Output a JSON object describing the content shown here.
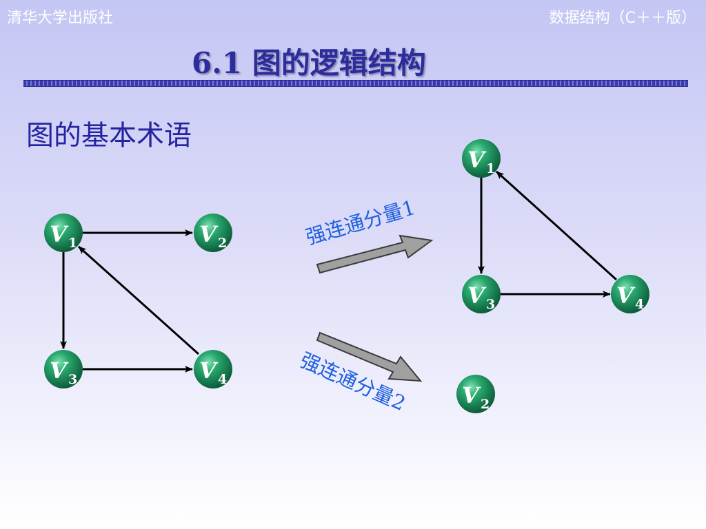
{
  "header": {
    "publisher": "清华大学出版社",
    "book": "数据结构（C＋＋版）"
  },
  "slide": {
    "title": "6.1 图的逻辑结构",
    "subtitle": "图的基本术语"
  },
  "graph": {
    "vertices": [
      {
        "letter": "V",
        "sub": "1"
      },
      {
        "letter": "V",
        "sub": "2"
      },
      {
        "letter": "V",
        "sub": "3"
      },
      {
        "letter": "V",
        "sub": "4"
      }
    ],
    "edges": [
      [
        "V1",
        "V2"
      ],
      [
        "V1",
        "V3"
      ],
      [
        "V3",
        "V4"
      ],
      [
        "V4",
        "V1"
      ]
    ]
  },
  "components": [
    {
      "label": "强连通分量1",
      "vertices": [
        "V1",
        "V3",
        "V4"
      ],
      "edges": [
        [
          "V1",
          "V3"
        ],
        [
          "V3",
          "V4"
        ],
        [
          "V4",
          "V1"
        ]
      ]
    },
    {
      "label": "强连通分量2",
      "vertices": [
        "V2"
      ],
      "edges": []
    }
  ],
  "colors": {
    "node": "#1e8a5c",
    "title": "#2c2c9c",
    "label": "#1f5fe0",
    "block_arrow": "#a0a0a0"
  }
}
